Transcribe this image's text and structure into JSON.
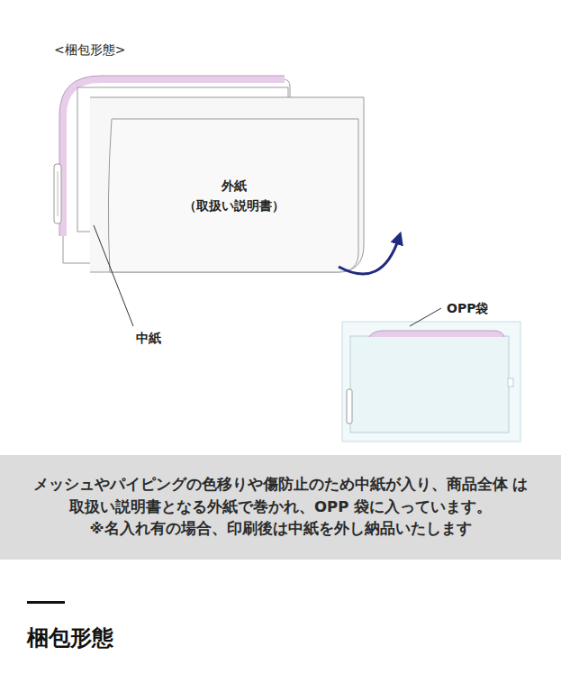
{
  "diagram": {
    "title": "梱包形態",
    "nodes": [
      {
        "text": [
          "外紙",
          "（取扱い説明書）"
        ]
      },
      {
        "text": [
          "メッシュやパイピングの色移りや傷防止のため中紙が入り、商品全体 は取扱い説明書となる外紙で巻かれ、OPP 袋に入っています。",
          "※名入れ有の場合、印刷後は中紙を外し納品いたします"
        ]
      }
    ],
    "labels": [
      "<梱包形態>",
      "中紙",
      "OPP袋"
    ]
  }
}
